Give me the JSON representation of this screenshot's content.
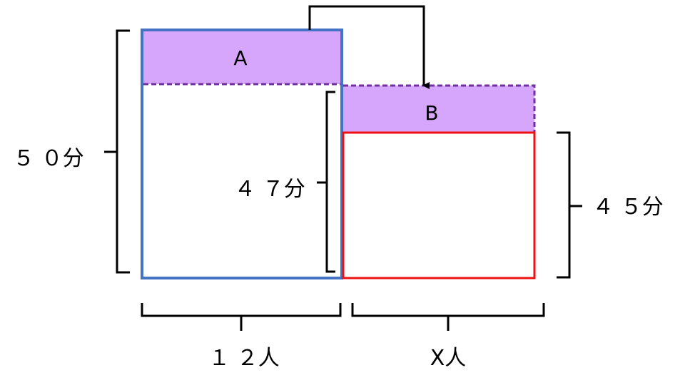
{
  "diagram": {
    "region_a": {
      "label": "A",
      "fill": "#d5a6fb",
      "edge": "#7030a0"
    },
    "region_b": {
      "label": "B",
      "fill": "#d5a6fb",
      "edge": "#7030a0"
    },
    "left_rect": {
      "stroke": "#4472c4"
    },
    "right_rect": {
      "stroke": "#ee1111"
    },
    "labels": {
      "left_total": "５ ０分",
      "middle": "４ ７分",
      "right": "４ ５分",
      "left_width": "１ ２人",
      "right_width": "X人"
    },
    "arrow": {
      "from": "A",
      "to": "B"
    }
  }
}
